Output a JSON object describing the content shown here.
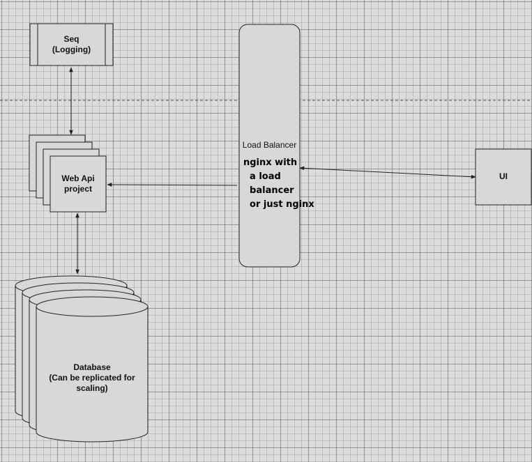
{
  "diagram": {
    "nodes": {
      "seq": {
        "label": "Seq\n(Logging)"
      },
      "web_api": {
        "label": "Web Api\nproject"
      },
      "database": {
        "label": "Database\n(Can be replicated for\nscaling)"
      },
      "load_balancer": {
        "label": "Load Balancer",
        "note": "nginx with\n  a load\n  balancer\n  or just nginx"
      },
      "ui": {
        "label": "UI"
      }
    },
    "edges": [
      {
        "from": "seq",
        "to": "web_api",
        "direction": "both"
      },
      {
        "from": "load_balancer",
        "to": "web_api",
        "direction": "forward"
      },
      {
        "from": "web_api",
        "to": "database",
        "direction": "both"
      },
      {
        "from": "load_balancer",
        "to": "ui",
        "direction": "both"
      }
    ],
    "colors": {
      "shape_fill": "#d8d8d8",
      "stroke": "#222222",
      "background": "#dcdcdc"
    }
  }
}
